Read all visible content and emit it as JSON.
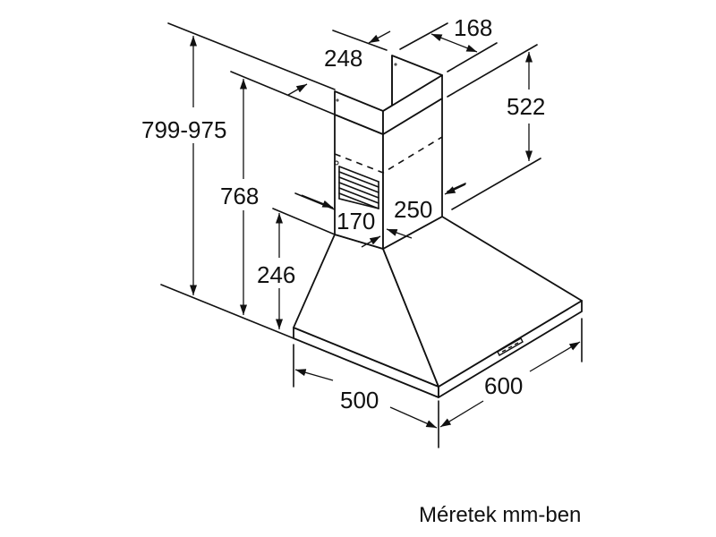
{
  "diagram": {
    "type": "technical-dimension-drawing",
    "subject": "chimney-style range hood",
    "dimensions": {
      "total_height_range": "799-975",
      "height_to_chimney_top": "768",
      "hood_body_height": "246",
      "chimney_upper_depth": "248",
      "chimney_upper_width": "168",
      "chimney_upper_height": "522",
      "chimney_lower_depth": "170",
      "chimney_lower_width": "250",
      "hood_depth": "500",
      "hood_width": "600"
    },
    "caption": "Méretek mm-ben"
  }
}
